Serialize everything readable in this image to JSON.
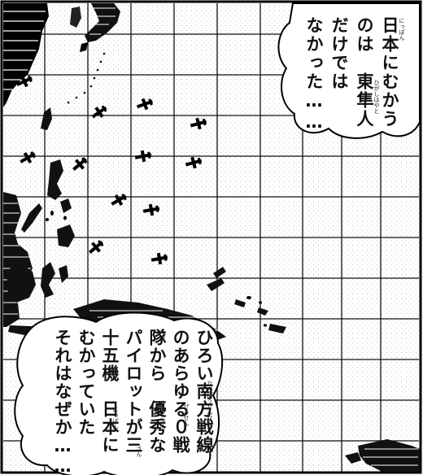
{
  "top_bubble": {
    "lines": [
      "日本にむかう",
      "のは　東隼人",
      "だけでは",
      "なかった……"
    ]
  },
  "bottom_bubble": {
    "lines": [
      "ひろい南方戦線",
      "のあらゆる０戦",
      "隊から　優秀な",
      "パイロットが三",
      "十五機　日本に",
      "むかっていた",
      "それはなぜか……"
    ]
  },
  "furigana": {
    "nihon_1": "にっぽん",
    "higashi_hayato": "ひがしはやと",
    "nanpou_sensen": "なんぽうせんせん",
    "zerosen": "ぜろせん",
    "yuushuu": "ゆうしゅう",
    "tai": "たい",
    "sanjuu": "さん",
    "kyuu": "き",
    "nihon_2": "にっぽん"
  }
}
